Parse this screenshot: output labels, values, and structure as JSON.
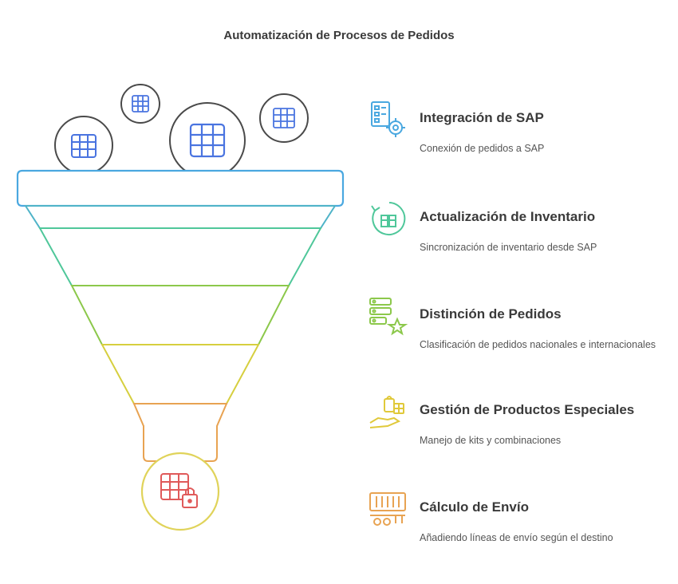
{
  "title": "Automatización de Procesos de Pedidos",
  "steps": [
    {
      "title": "Integración de SAP",
      "description": "Conexión de pedidos a SAP",
      "icon": "document-gear-icon",
      "color": "#4aa8e0"
    },
    {
      "title": "Actualización de Inventario",
      "description": "Sincronización de inventario desde SAP",
      "icon": "inventory-sync-icon",
      "color": "#4fc79a"
    },
    {
      "title": "Distinción de Pedidos",
      "description": "Clasificación de pedidos nacionales e internacionales",
      "icon": "list-star-icon",
      "color": "#8cc84b"
    },
    {
      "title": "Gestión de Productos Especiales",
      "description": "Manejo de kits y combinaciones",
      "icon": "hand-gift-icon",
      "color": "#e0c93a"
    },
    {
      "title": "Cálculo de Envío",
      "description": "Añadiendo líneas de envío según el destino",
      "icon": "shipping-container-icon",
      "color": "#e8a352"
    }
  ],
  "funnel": {
    "input_icons": [
      "table-icon",
      "table-icon",
      "table-icon",
      "table-icon"
    ],
    "output_icon": "table-lock-icon",
    "input_color": "#4a74e0",
    "output_color": "#e05a5a"
  }
}
